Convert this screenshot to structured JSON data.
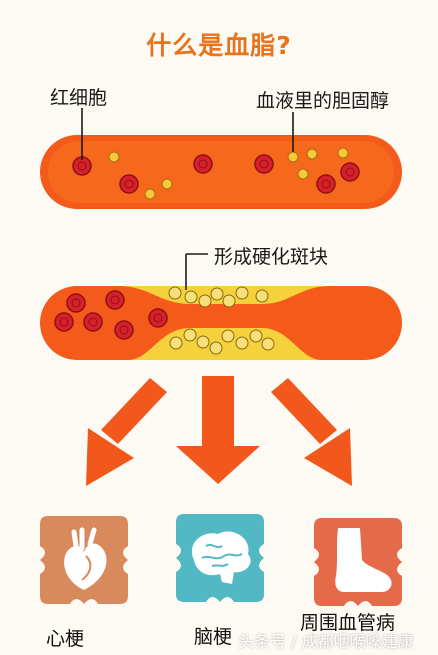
{
  "title": "什么是血脂?",
  "labels": {
    "rbc": "红细胞",
    "cholesterol": "血液里的胆固醇",
    "plaque": "形成硬化斑块"
  },
  "outcomes": [
    {
      "label": "心梗",
      "icon": "heart-icon",
      "color": "#d98a5c"
    },
    {
      "label": "脑梗",
      "icon": "brain-icon",
      "color": "#52b8c3"
    },
    {
      "label": "周围血管病",
      "icon": "foot-icon",
      "color": "#e56a4a"
    }
  ],
  "watermark": "头条号 / 成都咽喉嗓建康",
  "colors": {
    "title": "#e8731c",
    "vessel": "#f45a1a",
    "rbc": "#d6202a",
    "cholesterol": "#f7c93a",
    "plaque": "#f5d23c",
    "arrow": "#f2571c"
  }
}
